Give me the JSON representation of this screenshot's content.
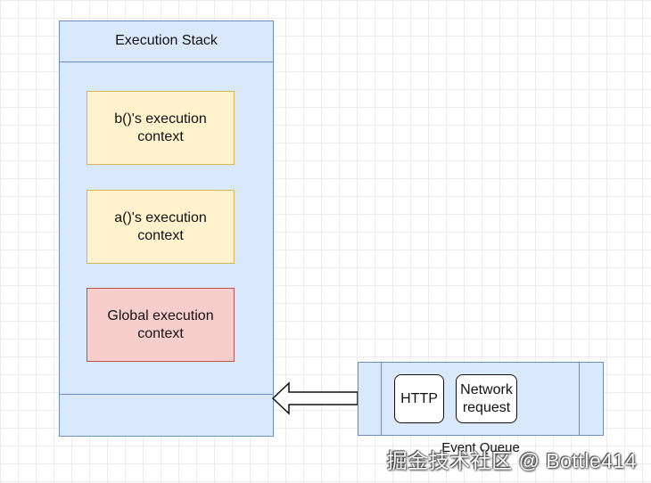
{
  "stack": {
    "title": "Execution Stack",
    "contexts": [
      {
        "label": "b()'s execution\ncontext",
        "color": "yellow"
      },
      {
        "label": "a()'s execution\ncontext",
        "color": "yellow"
      },
      {
        "label": "Global execution\ncontext",
        "color": "red"
      }
    ]
  },
  "queue": {
    "label": "Event Queue",
    "items": [
      "HTTP",
      "Network\nrequest"
    ]
  },
  "watermark": "掘金技术社区 @ Bottle414",
  "colors": {
    "stack_fill": "#dae8fc",
    "stack_stroke": "#6c8ebf",
    "context_yellow": "#fff2cc",
    "context_red": "#f8cecc"
  }
}
